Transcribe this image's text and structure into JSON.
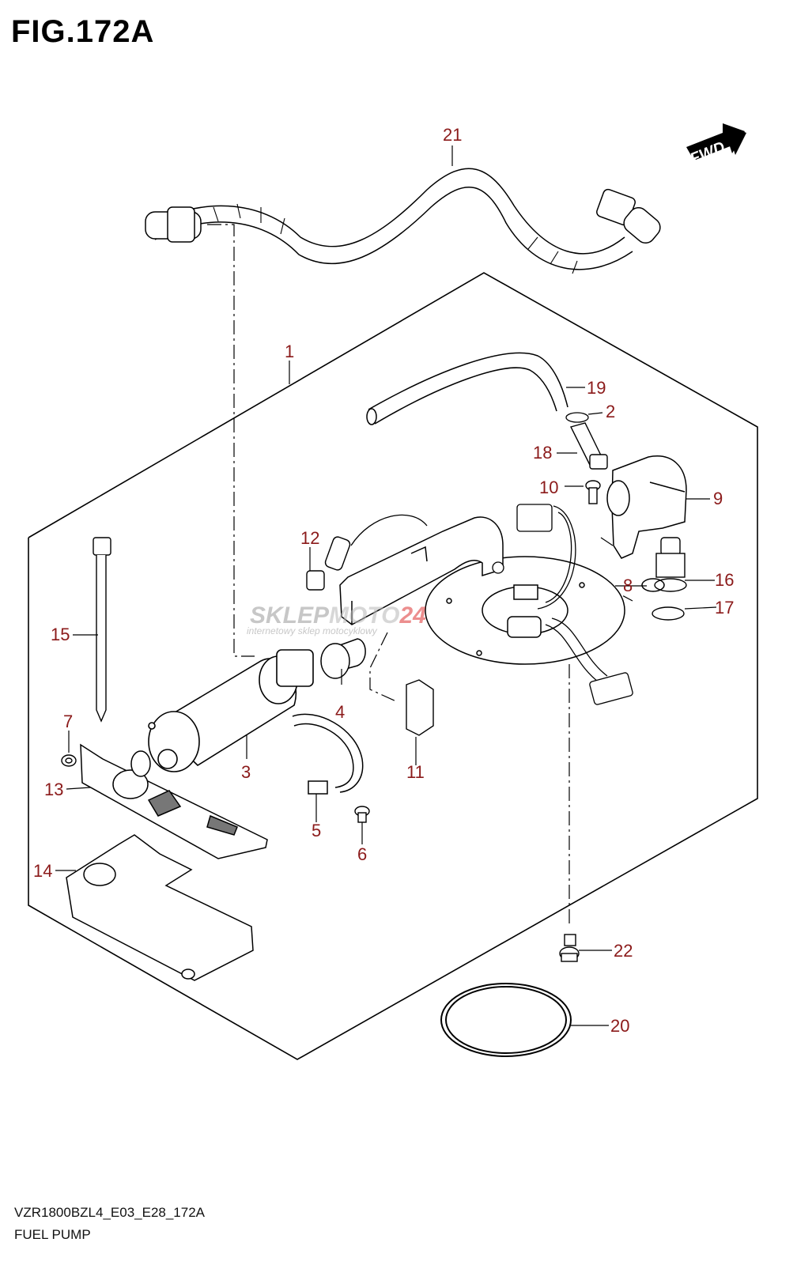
{
  "figure": {
    "title": "FIG.172A",
    "code": "VZR1800BZL4_E03_E28_172A",
    "name": "FUEL PUMP"
  },
  "fwd_label": "FWD",
  "watermark": {
    "brand_left": "SKLEP",
    "brand_mid": "MOTO",
    "brand_right": "24",
    "tagline": "internetowy sklep motocyklowy"
  },
  "callouts": [
    "1",
    "2",
    "3",
    "4",
    "5",
    "6",
    "7",
    "8",
    "9",
    "10",
    "11",
    "12",
    "13",
    "14",
    "15",
    "16",
    "17",
    "18",
    "19",
    "20",
    "21",
    "22"
  ],
  "colors": {
    "callout": "#8b1a1a",
    "line": "#000000"
  }
}
